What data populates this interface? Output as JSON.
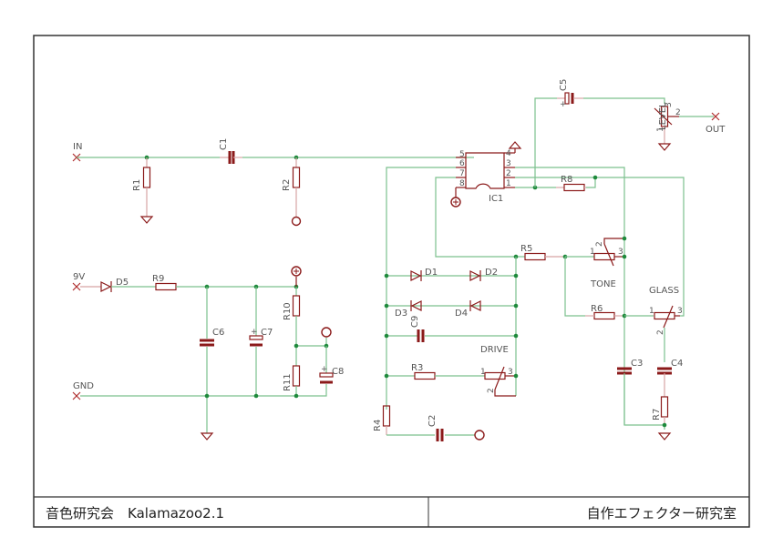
{
  "title_block": {
    "left": "音色研究会　Kalamazoo2.1",
    "right": "自作エフェクター研究室"
  },
  "ports": {
    "in": "IN",
    "out": "OUT",
    "nine_v": "9V",
    "gnd": "GND"
  },
  "components": {
    "R1": "R1",
    "R2": "R2",
    "R3": "R3",
    "R4": "R4",
    "R5": "R5",
    "R6": "R6",
    "R7": "R7",
    "R8": "R8",
    "R9": "R9",
    "R10": "R10",
    "R11": "R11",
    "C1": "C1",
    "C2": "C2",
    "C3": "C3",
    "C4": "C4",
    "C5": "C5",
    "C6": "C6",
    "C7": "C7",
    "C8": "C8",
    "C9": "C9",
    "D1": "D1",
    "D2": "D2",
    "D3": "D3",
    "D4": "D4",
    "D5": "D5",
    "IC1": "IC1"
  },
  "pots": {
    "level": "LEVEL",
    "tone": "TONE",
    "glass": "GLASS",
    "drive": "DRIVE"
  },
  "ic_pins": [
    "1",
    "2",
    "3",
    "4",
    "5",
    "6",
    "7",
    "8"
  ],
  "pot_pins": [
    "1",
    "2",
    "3"
  ],
  "colors": {
    "wire": "#7cc08e",
    "component": "#8b1a1a",
    "junction": "#1e8a3c",
    "frame": "#333333"
  }
}
